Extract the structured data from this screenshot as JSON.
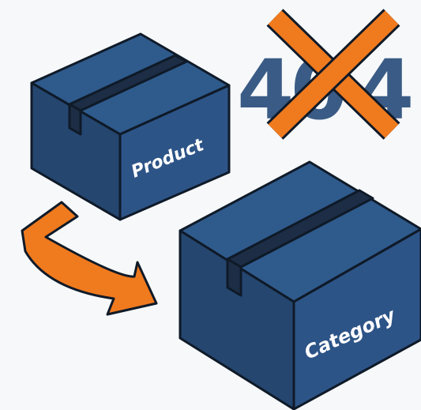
{
  "error_code": {
    "digit_left": "4",
    "digit_middle": "0",
    "digit_right": "4",
    "text_color": "#3a5b85",
    "cross_color": "#f07a1e"
  },
  "boxes": {
    "small": {
      "label": "Product"
    },
    "large": {
      "label": "Category"
    },
    "colors": {
      "top": "#2f5a8c",
      "left": "#24466f",
      "right": "#2d5487",
      "tape": "#1c2d45",
      "outline": "#0f1a28"
    }
  },
  "arrow": {
    "color": "#f07a1e",
    "direction": "product-to-category"
  }
}
